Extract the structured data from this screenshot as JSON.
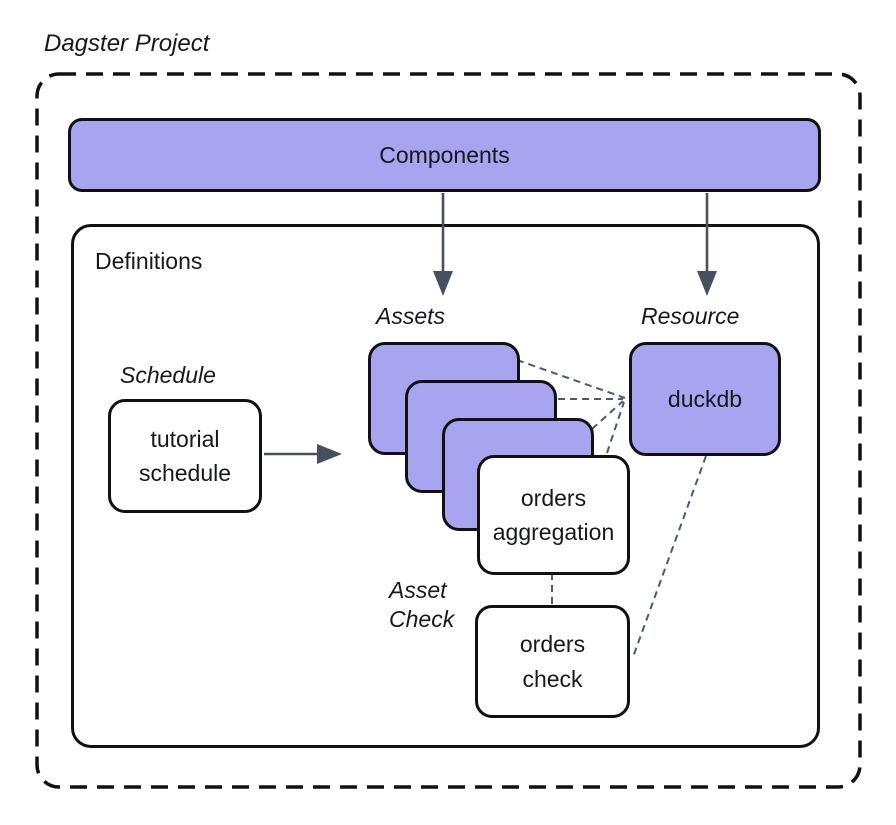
{
  "title": "Dagster Project",
  "colors": {
    "purple": "#a8a4f0",
    "ink": "#111111",
    "arrow": "#46505e",
    "connector": "#4f5a68",
    "text": "#16181d",
    "bg": "#ffffff"
  },
  "components": {
    "label": "Components"
  },
  "definitions": {
    "label": "Definitions"
  },
  "schedule": {
    "section_label": "Schedule",
    "node_label": "tutorial schedule"
  },
  "assets": {
    "section_label": "Assets",
    "node_label": "orders aggregation",
    "stack_count": 3
  },
  "resource": {
    "section_label": "Resource",
    "node_label": "duckdb"
  },
  "asset_check": {
    "section_label": "Asset Check",
    "node_label": "orders check"
  }
}
